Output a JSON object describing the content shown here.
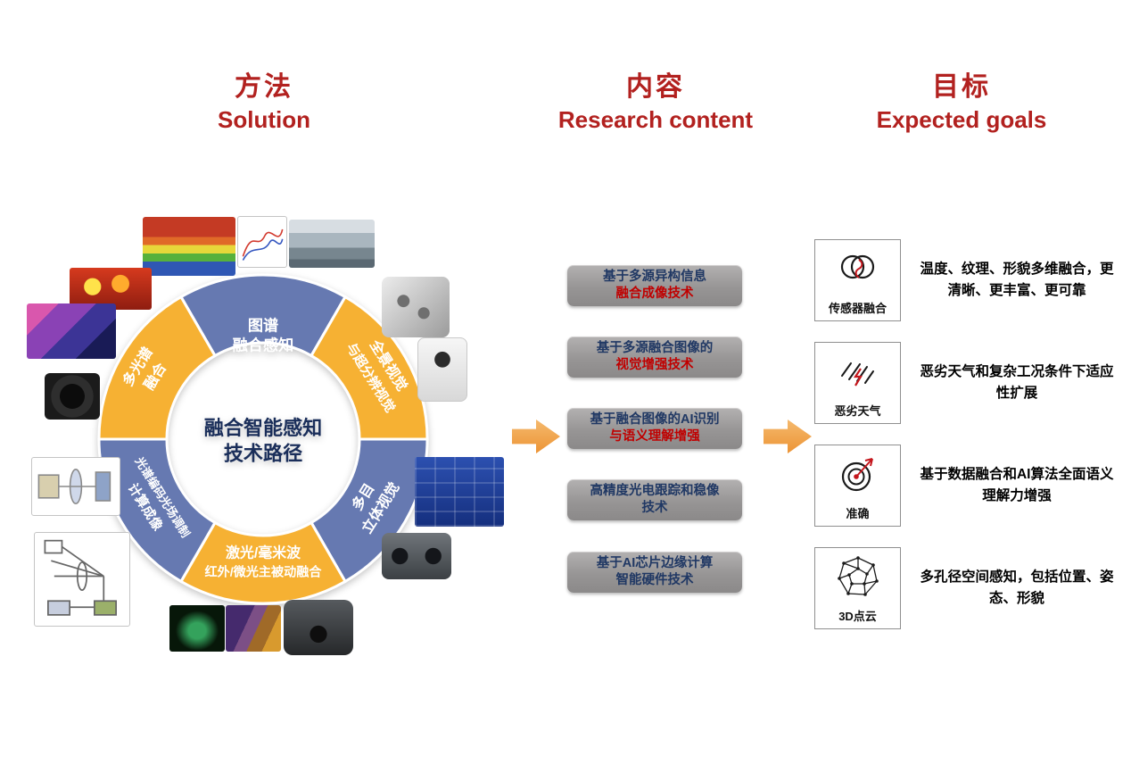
{
  "headers": {
    "accent_color": "#b2211f",
    "solution": {
      "zh": "方法",
      "en": "Solution"
    },
    "content": {
      "zh": "内容",
      "en": "Research content"
    },
    "goals": {
      "zh": "目标",
      "en": "Expected goals"
    }
  },
  "donut": {
    "center": {
      "line1": "融合智能感知",
      "line2": "技术路径"
    },
    "colors": {
      "blue": "#6679b1",
      "yellow": "#f6b133"
    },
    "segments": [
      {
        "position": "top",
        "color": "#6679b1",
        "lines": [
          "图谱",
          "融合感知"
        ]
      },
      {
        "position": "upper-right",
        "color": "#f6b133",
        "lines": [
          "全景视觉",
          "与超分辨视觉"
        ]
      },
      {
        "position": "lower-right",
        "color": "#6679b1",
        "lines": [
          "多目",
          "立体视觉"
        ]
      },
      {
        "position": "bottom",
        "color": "#f6b133",
        "lines": [
          "激光/毫米波",
          "红外/微光主被动融合"
        ]
      },
      {
        "position": "lower-left",
        "color": "#6679b1",
        "lines": [
          "光谱编码光场调制",
          "计算成像"
        ]
      },
      {
        "position": "upper-left",
        "color": "#f6b133",
        "lines": [
          "多光谱",
          "融合"
        ]
      }
    ]
  },
  "research_boxes": [
    {
      "lines": [
        {
          "text": "基于多源异构信息",
          "highlight": false
        },
        {
          "text": "融合成像技术",
          "highlight": true
        }
      ]
    },
    {
      "lines": [
        {
          "text": "基于多源融合图像的",
          "highlight": false
        },
        {
          "text": "视觉增强技术",
          "highlight": true
        }
      ]
    },
    {
      "lines": [
        {
          "text": "基于融合图像的AI识别",
          "highlight": false
        },
        {
          "text": "与语义理解增强",
          "highlight": true
        }
      ]
    },
    {
      "lines": [
        {
          "text": "高精度光电跟踪和稳像",
          "highlight": false
        },
        {
          "text": "技术",
          "highlight": false
        }
      ]
    },
    {
      "lines": [
        {
          "text": "基于AI芯片边缘计算",
          "highlight": false
        },
        {
          "text": "智能硬件技术",
          "highlight": false
        }
      ]
    }
  ],
  "goals": [
    {
      "icon": "sensor-fusion-icon",
      "caption": "传感器融合",
      "desc": "温度、纹理、形貌多维融合，更清晰、更丰富、更可靠"
    },
    {
      "icon": "bad-weather-icon",
      "caption": "恶劣天气",
      "desc": "恶劣天气和复杂工况条件下适应性扩展"
    },
    {
      "icon": "accuracy-target-icon",
      "caption": "准确",
      "desc": "基于数据融合和AI算法全面语义理解力增强"
    },
    {
      "icon": "point-cloud-icon",
      "caption": "3D点云",
      "desc": "多孔径空间感知，包括位置、姿态、形貌"
    }
  ],
  "arrows": {
    "color": "#f0a04b"
  }
}
